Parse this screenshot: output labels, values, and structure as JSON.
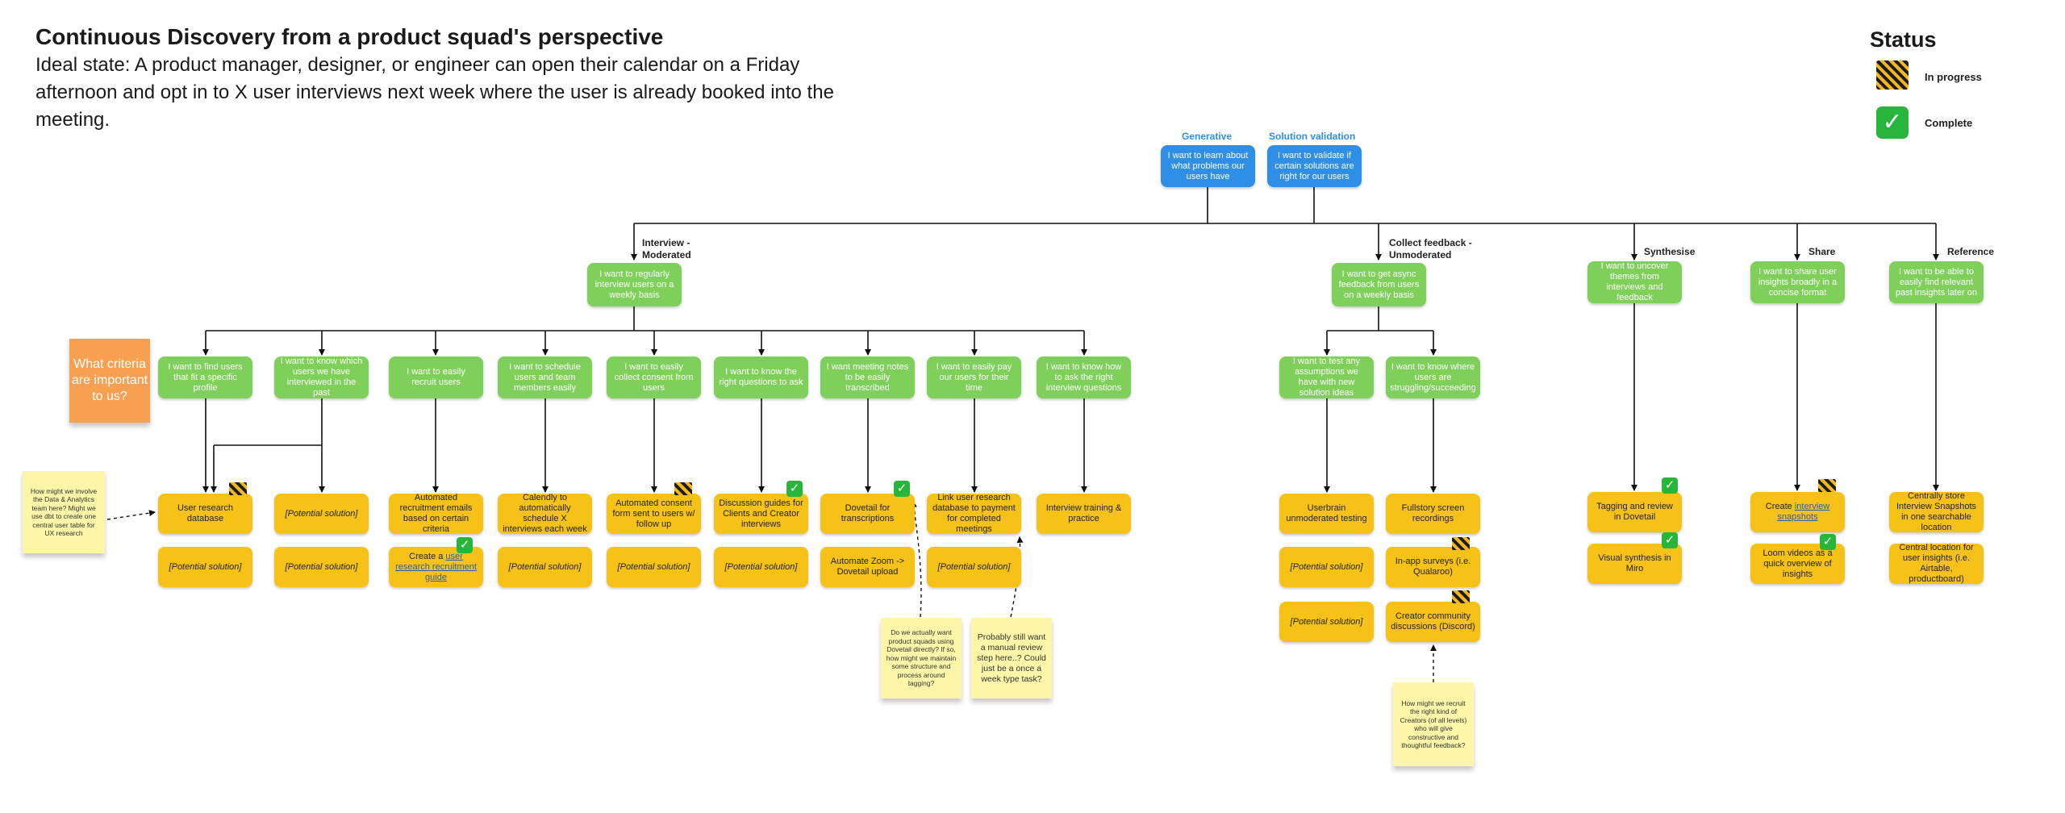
{
  "header": {
    "title": "Continuous Discovery from a product squad's perspective",
    "subtitle": "Ideal state: A product manager, designer, or engineer can open their calendar on a Friday afternoon and opt in to X user interviews next week where the user is already booked into the meeting."
  },
  "legend": {
    "title": "Status",
    "in_progress": "In progress",
    "complete": "Complete",
    "icons": {
      "in_progress": "construction-barrier-icon",
      "complete": "check-mark-icon"
    }
  },
  "top": {
    "generative_label": "Generative",
    "generative_box": "I want to learn about what problems our users have",
    "validation_label": "Solution validation",
    "validation_box": "I want to validate if certain solutions are right for our users"
  },
  "categories": {
    "interview": "Interview - Moderated",
    "collect": "Collect feedback - Unmoderated",
    "synthesise": "Synthesise",
    "share": "Share",
    "reference": "Reference"
  },
  "goals": {
    "interview": "I want to regularly interview users on a weekly basis",
    "collect": "I want to get async feedback from users on a weekly basis",
    "synthesise": "I want to uncover themes from interviews and feedback",
    "share": "I want to share user insights broadly in a concise format",
    "reference": "I want to be able to easily find relevant past insights later on"
  },
  "needs": {
    "find_users": "I want to find users that fit a specific profile",
    "know_interviewed": "I want to know which users we have interviewed in the past",
    "recruit": "I want to easily recruit users",
    "schedule": "I want to schedule users and team members easily",
    "consent": "I want to easily collect consent from users",
    "questions": "I want to know the right questions to ask",
    "transcribed": "I want meeting notes to be easily transcribed",
    "pay": "I want to easily pay our users for their time",
    "how_to_ask": "I want to know how to ask the right interview questions",
    "test_assumptions": "I want to test any assumptions we have with new solution ideas",
    "struggling": "I want to know where users are struggling/succeeding"
  },
  "solutions": {
    "potential": "[Potential solution]",
    "research_db": "User research database",
    "auto_recruit": "Automated recruitment emails based on certain criteria",
    "create_guide_prefix": "Create a ",
    "create_guide_link": "user research recruitment guide",
    "calendly": "Calendly to automatically schedule X interviews each week",
    "consent_form": "Automated consent form sent to users w/ follow up",
    "discussion_guides": "Discussion guides for Clients and Creator interviews",
    "dovetail": "Dovetail for transcriptions",
    "zoom_dovetail": "Automate Zoom -> Dovetail upload",
    "link_payment": "Link user research database to payment for completed meetings",
    "training": "Interview training & practice",
    "userbrain": "Userbrain unmoderated testing",
    "fullstory": "Fullstory screen recordings",
    "inapp": "In-app surveys (i.e. Qualaroo)",
    "discord": "Creator community discussions (Discord)",
    "tagging": "Tagging and review in Dovetail",
    "miro": "Visual synthesis in Miro",
    "snapshots_prefix": "Create ",
    "snapshots_link": "interview snapshots",
    "loom": "Loom videos as a quick overview of insights",
    "central_store": "Centrally store Interview Snapshots in one searchable location",
    "central_location": "Central location for user insights (i.e. Airtable, productboard)"
  },
  "stickies": {
    "criteria": "What criteria are important to us?",
    "data_team": "How might we involve the Data & Analytics team here? Might we use dbt to create one central user table for UX research",
    "dovetail_q": "Do we actually want product squads using Dovetail directly? If so, how might we maintain some structure and process around tagging?",
    "manual_review": "Probably still want a manual review step here..? Could just be a once a week type task?",
    "recruit_creators": "How might we recruit the right kind of Creators (of all levels) who will give constructive and thoughtful feedback?"
  },
  "colors": {
    "goal_blue": "#2f8fe6",
    "need_green": "#7fd05a",
    "solution_yellow": "#f6c217",
    "sticky_yellow": "#fdf6a8",
    "sticky_orange": "#f7a052",
    "complete_green": "#27b53b"
  }
}
